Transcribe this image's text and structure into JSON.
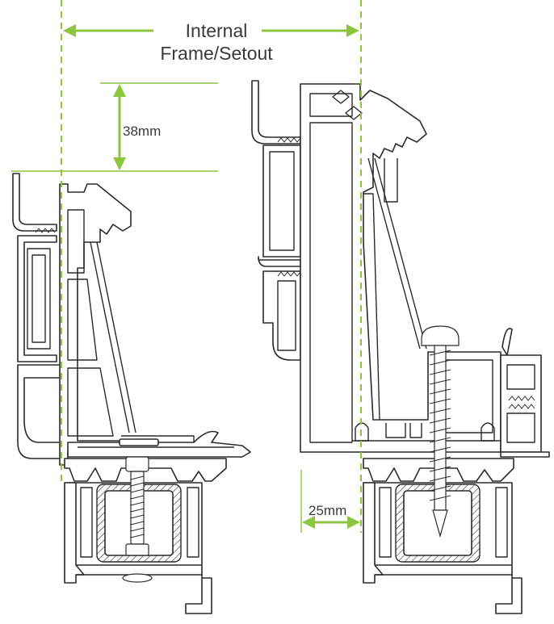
{
  "labels": {
    "title_line1": "Internal",
    "title_line2": "Frame/Setout",
    "dim_top": "38mm",
    "dim_bottom": "25mm"
  },
  "colors": {
    "accent_green": "#8cc63f",
    "line": "#2b2b2b",
    "text": "#3a3a3a"
  }
}
